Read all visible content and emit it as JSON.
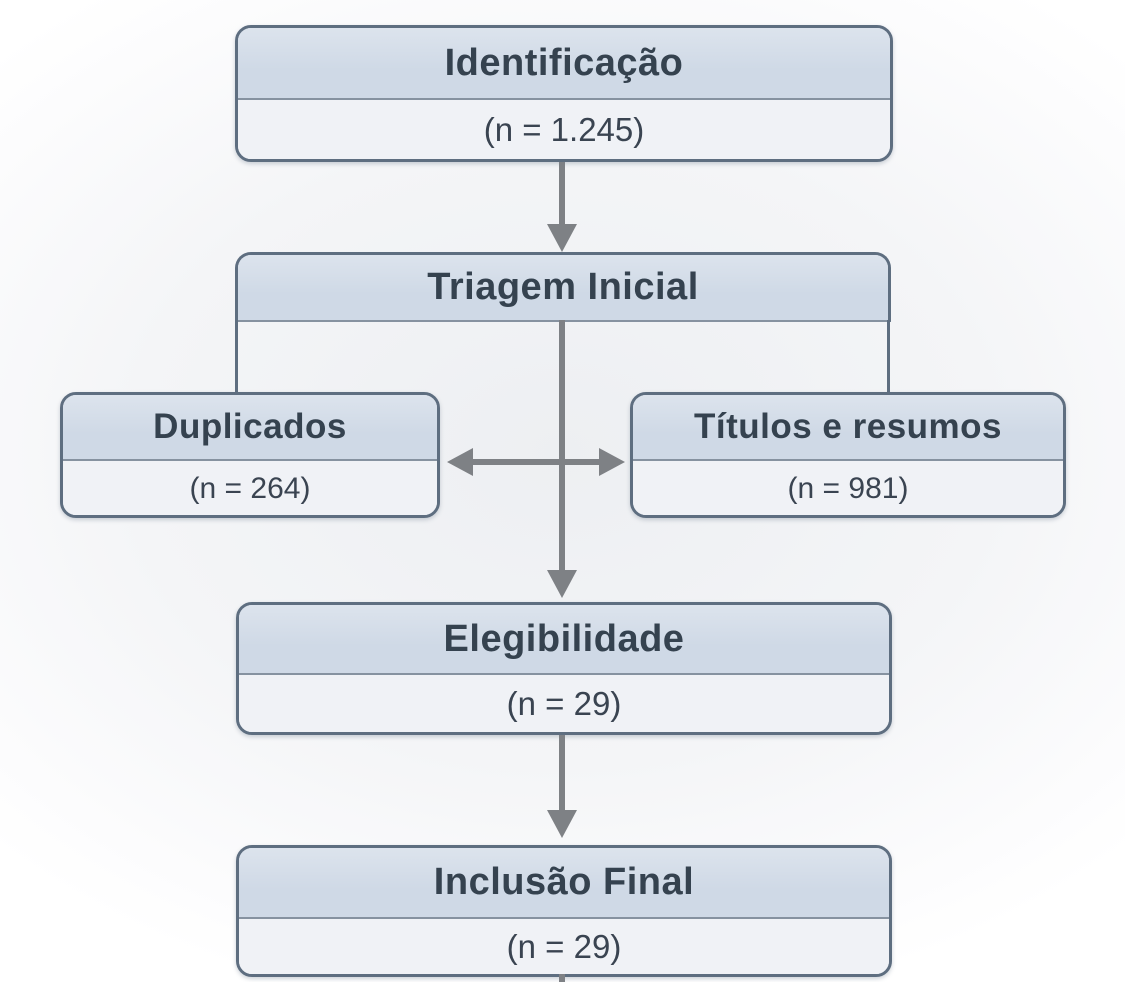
{
  "diagram": {
    "nodes": {
      "identification": {
        "title": "Identificação",
        "value": "(n = 1.245)"
      },
      "screening": {
        "title": "Triagem Inicial"
      },
      "duplicates": {
        "title": "Duplicados",
        "value": "(n = 264)"
      },
      "titles_abstracts": {
        "title": "Títulos e resumos",
        "value": "(n = 981)"
      },
      "eligibility": {
        "title": "Elegibilidade",
        "value": "(n = 29)"
      },
      "final_inclusion": {
        "title": "Inclusão Final",
        "value": "(n = 29)"
      }
    },
    "colors": {
      "header_fill": "#cfd9e6",
      "body_fill": "#f0f2f6",
      "border": "#5e6e80",
      "divider": "#8692a0",
      "title_text": "#35424f",
      "value_text": "#3a4451",
      "arrow": "#7e8185"
    }
  }
}
